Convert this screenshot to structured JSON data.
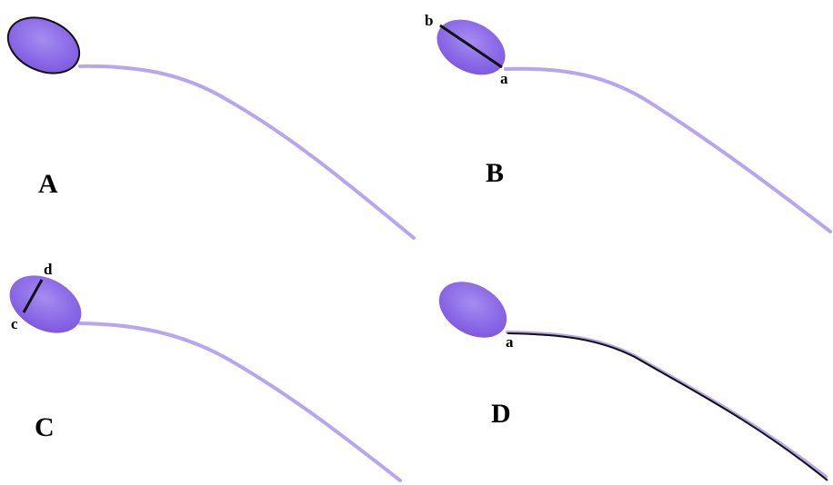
{
  "figure": {
    "panels": [
      {
        "letter": "A"
      },
      {
        "letter": "B",
        "points": [
          "a",
          "b"
        ]
      },
      {
        "letter": "C",
        "points": [
          "c",
          "d"
        ]
      },
      {
        "letter": "D",
        "points": [
          "a"
        ]
      }
    ]
  },
  "colors": {
    "head": "#8a63e6",
    "head_light": "#a58cf0",
    "tail": "#b7a6ef",
    "line": "#111111",
    "background": "#ffffff"
  }
}
